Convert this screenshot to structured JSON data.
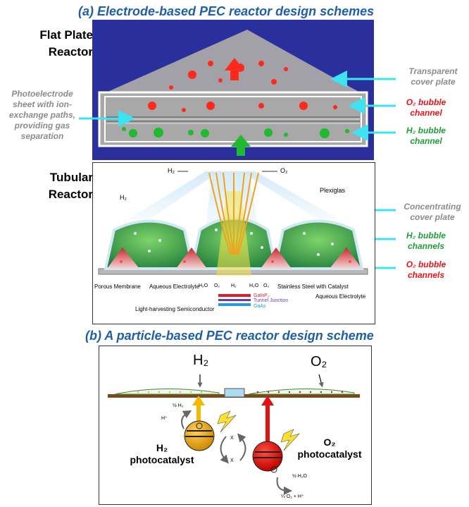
{
  "section_a": {
    "title": "(a) Electrode-based  PEC reactor design schemes",
    "flat_plate_label": "Flat Plate Reactor",
    "tubular_label": "Tubular Reactor",
    "photoelectrode_note": "Photoelectrode sheet with ion-exchange paths, providing gas separation",
    "transparent_cover": "Transparent cover plate",
    "o2_channel": "O₂ bubble channel",
    "h2_channel": "H₂ bubble channel",
    "concentrating_cover": "Concentrating cover plate",
    "h2_channels": "H₂ bubble channels",
    "o2_channels": "O₂ bubble channels",
    "tubular_figure": {
      "h2_top": "H₂",
      "o2_top": "O₂",
      "h2_left": "H₂",
      "plexiglas": "Plexiglas",
      "porous_membrane": "Porous Membrane",
      "aqueous_left": "Aqueous Electrolyte",
      "light_harvesting": "Light-harvesting Semiconductor",
      "stainless": "Stainless Steel with Catalyst",
      "aqueous_right": "Aqueous Electrolyte",
      "h2o_1": "H₂O",
      "o2_small": "O₂",
      "h2_small": "H₂",
      "h2o_2": "H₂O",
      "o2_small2": "O₂",
      "gainp": "GaInP₂",
      "tunnel": "Tunnel Junction",
      "gaas": "GaAs"
    }
  },
  "section_b": {
    "title": "(b) A particle-based  PEC reactor design scheme",
    "h2_top": "H₂",
    "o2_top": "O₂",
    "half_h2": "½ H₂",
    "h_plus": "H⁺",
    "x1": "X",
    "x2": "X",
    "h2_photocatalyst": "H₂ photocatalyst",
    "o2_photocatalyst": "O₂ photocatalyst",
    "half_h2o": "½ H₂O",
    "quarter_o2": "¼ O₂ + H⁺",
    "minus_sign": "−"
  },
  "colors": {
    "title_blue": "#1f5fa8",
    "o2_red": "#e8141c",
    "h2_green": "#1e9e3a",
    "cover_cyan": "#3de3f0",
    "flat_bg": "#2a2f9e"
  }
}
